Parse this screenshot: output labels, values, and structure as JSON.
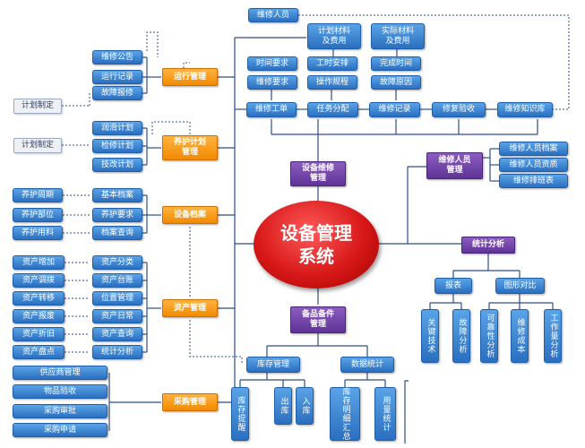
{
  "center_title": "设备管理\n系统",
  "left_modules": {
    "operation": {
      "label": "运行管理",
      "items": [
        "维修公告",
        "运行记录",
        "故障报修"
      ],
      "external": "计划制定"
    },
    "maintenance_plan": {
      "label": "养护计划\n管理",
      "items": [
        "润滑计划",
        "检修计划",
        "技改计划"
      ],
      "external": "计划制定"
    },
    "equipment_archive": {
      "label": "设备档案",
      "items": [
        "基本档案",
        "养护要求",
        "档案查询"
      ],
      "external": [
        "养护周期",
        "养护部位",
        "养护用料"
      ]
    },
    "asset": {
      "label": "资产管理",
      "items": [
        "资产分类",
        "资产台账",
        "位置管理",
        "资产日常",
        "资产查询",
        "统计分析"
      ],
      "external": [
        "资产增加",
        "资产调拨",
        "资产转移",
        "资产报废",
        "资产折旧",
        "资产盘点"
      ]
    },
    "purchase": {
      "label": "采购管理",
      "items": [
        "供应商管理",
        "物品验收",
        "采购审批",
        "采购申请"
      ]
    }
  },
  "top_flow": {
    "repair_staff": "维修人员",
    "plan_material": "计划材料\n及费用",
    "actual_material": "实际材料\n及费用",
    "time_req": "时间要求",
    "repair_req": "维修要求",
    "work_arrange": "工时安排",
    "operation_rule": "操作规程",
    "finish_time": "完成时间",
    "fault_cause": "故障原因",
    "steps": [
      "维修工单",
      "任务分配",
      "维修记录",
      "修复验收",
      "维修知识库"
    ]
  },
  "equipment_repair": "设备维修\n管理",
  "spare_parts": "备品备件\n管理",
  "repair_staff_module": {
    "label": "维修人员\n管理",
    "items": [
      "维修人员档案",
      "维修人员资质",
      "维修排班表"
    ]
  },
  "statistics": {
    "label": "统计分析",
    "report": "报表",
    "graph": "图形对比",
    "vertical_items": [
      "关键技术",
      "故障分析",
      "可靠性分析",
      "维修成本",
      "工作量分析"
    ]
  },
  "inventory": {
    "label": "库存管理",
    "items": [
      "库存提醒",
      "出库",
      "入库"
    ]
  },
  "data_stats": {
    "label": "数据统计",
    "items": [
      "库存明细汇总",
      "用量统计"
    ]
  },
  "colors": {
    "blue": "#2a6fc0",
    "orange": "#f28a00",
    "purple": "#5f3496",
    "red": "#d81818",
    "gray": "#eef0f3",
    "line": "#2d4e8a"
  }
}
